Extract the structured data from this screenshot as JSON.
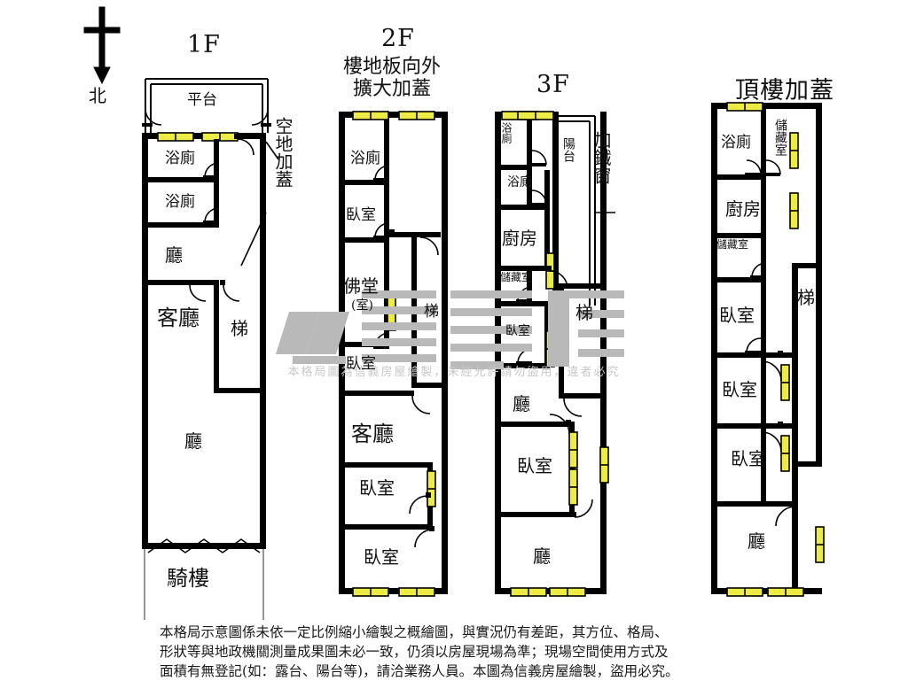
{
  "compass": {
    "label": "北"
  },
  "watermark": {
    "brand": "信義房屋",
    "notice": "本格局圖為信義房屋繪製，未經允許請勿盜用，違者必究"
  },
  "floors": [
    {
      "id": "1f",
      "title": "1F",
      "annotations": [
        {
          "name": "outdoor-extension-note",
          "text": "空地加蓋"
        }
      ],
      "rooms": [
        {
          "name": "balcony-platform",
          "label": "平台"
        },
        {
          "name": "bathroom-upper",
          "label": "浴廁"
        },
        {
          "name": "bathroom-lower",
          "label": "浴廁"
        },
        {
          "name": "hall-upper",
          "label": "廳"
        },
        {
          "name": "living-room",
          "label": "客廳"
        },
        {
          "name": "stairs",
          "label": "梯"
        },
        {
          "name": "hall-lower",
          "label": "廳"
        },
        {
          "name": "arcade",
          "label": "騎樓"
        }
      ]
    },
    {
      "id": "2f",
      "title": "2F",
      "subtitle_line1": "樓地板向外",
      "subtitle_line2": "擴大加蓋",
      "annotations": [],
      "rooms": [
        {
          "name": "bathroom",
          "label": "浴廁"
        },
        {
          "name": "bedroom-1",
          "label": "臥室"
        },
        {
          "name": "buddhist-hall",
          "label": "佛堂"
        },
        {
          "name": "buddhist-hall-sub",
          "label": "(室)"
        },
        {
          "name": "bedroom-2",
          "label": "臥室"
        },
        {
          "name": "stairs",
          "label": "梯"
        },
        {
          "name": "living-room",
          "label": "客廳"
        },
        {
          "name": "bedroom-3",
          "label": "臥室"
        },
        {
          "name": "bedroom-4",
          "label": "臥室"
        }
      ]
    },
    {
      "id": "3f",
      "title": "3F",
      "annotations": [
        {
          "name": "iron-window-note",
          "text": "加鐵窗"
        }
      ],
      "rooms": [
        {
          "name": "bathroom-1",
          "label": "浴廁"
        },
        {
          "name": "bathroom-2",
          "label": "浴廁"
        },
        {
          "name": "balcony",
          "label": "陽台"
        },
        {
          "name": "kitchen",
          "label": "廚房"
        },
        {
          "name": "storage",
          "label": "儲藏室"
        },
        {
          "name": "bedroom-1",
          "label": "臥室"
        },
        {
          "name": "stairs",
          "label": "梯"
        },
        {
          "name": "hall-upper",
          "label": "廳"
        },
        {
          "name": "bedroom-2",
          "label": "臥室"
        },
        {
          "name": "hall-lower",
          "label": "廳"
        }
      ]
    },
    {
      "id": "rooftop",
      "title": "頂樓加蓋",
      "annotations": [],
      "rooms": [
        {
          "name": "bathroom",
          "label": "浴廁"
        },
        {
          "name": "storage-1",
          "label": "儲藏室"
        },
        {
          "name": "kitchen",
          "label": "廚房"
        },
        {
          "name": "storage-2",
          "label": "儲藏室"
        },
        {
          "name": "bedroom-1",
          "label": "臥室"
        },
        {
          "name": "stairs",
          "label": "梯"
        },
        {
          "name": "bedroom-2",
          "label": "臥室"
        },
        {
          "name": "bedroom-3",
          "label": "臥室"
        },
        {
          "name": "hall",
          "label": "廳"
        }
      ]
    }
  ],
  "disclaimer": {
    "line1": "本格局示意圖係未依一定比例縮小繪製之概繪圖，與實況仍有差距，其方位、格局、",
    "line2": "形狀等與地政機關測量成果圖未必一致，仍須以房屋現場為準；現場空間使用方式及",
    "line3": "面積有無登記(如：露台、陽台等)，請洽業務人員。本圖為信義房屋繪製，盜用必究。"
  },
  "colors": {
    "wall": "#000000",
    "window": "#ecec44",
    "window_stroke": "#000000",
    "arcade_line": "#7d7d7d",
    "watermark": "#b9b9b9"
  }
}
